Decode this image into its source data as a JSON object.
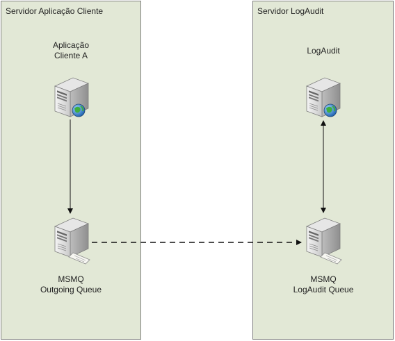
{
  "zones": {
    "left": {
      "title": "Servidor Aplicação Cliente"
    },
    "right": {
      "title": "Servidor LogAudit"
    }
  },
  "nodes": {
    "app_client": {
      "line1": "Aplicação",
      "line2": "Cliente A",
      "icon": "web-server-icon"
    },
    "logaudit": {
      "line1": "LogAudit",
      "icon": "web-server-icon"
    },
    "outgoing_queue": {
      "line1": "MSMQ",
      "line2": "Outgoing Queue",
      "icon": "queue-server-icon"
    },
    "logaudit_queue": {
      "line1": "MSMQ",
      "line2": "LogAudit Queue",
      "icon": "queue-server-icon"
    }
  },
  "colors": {
    "zone_fill": "#e2e8d6",
    "zone_border": "#7f7f7f",
    "connector": "#111111"
  }
}
